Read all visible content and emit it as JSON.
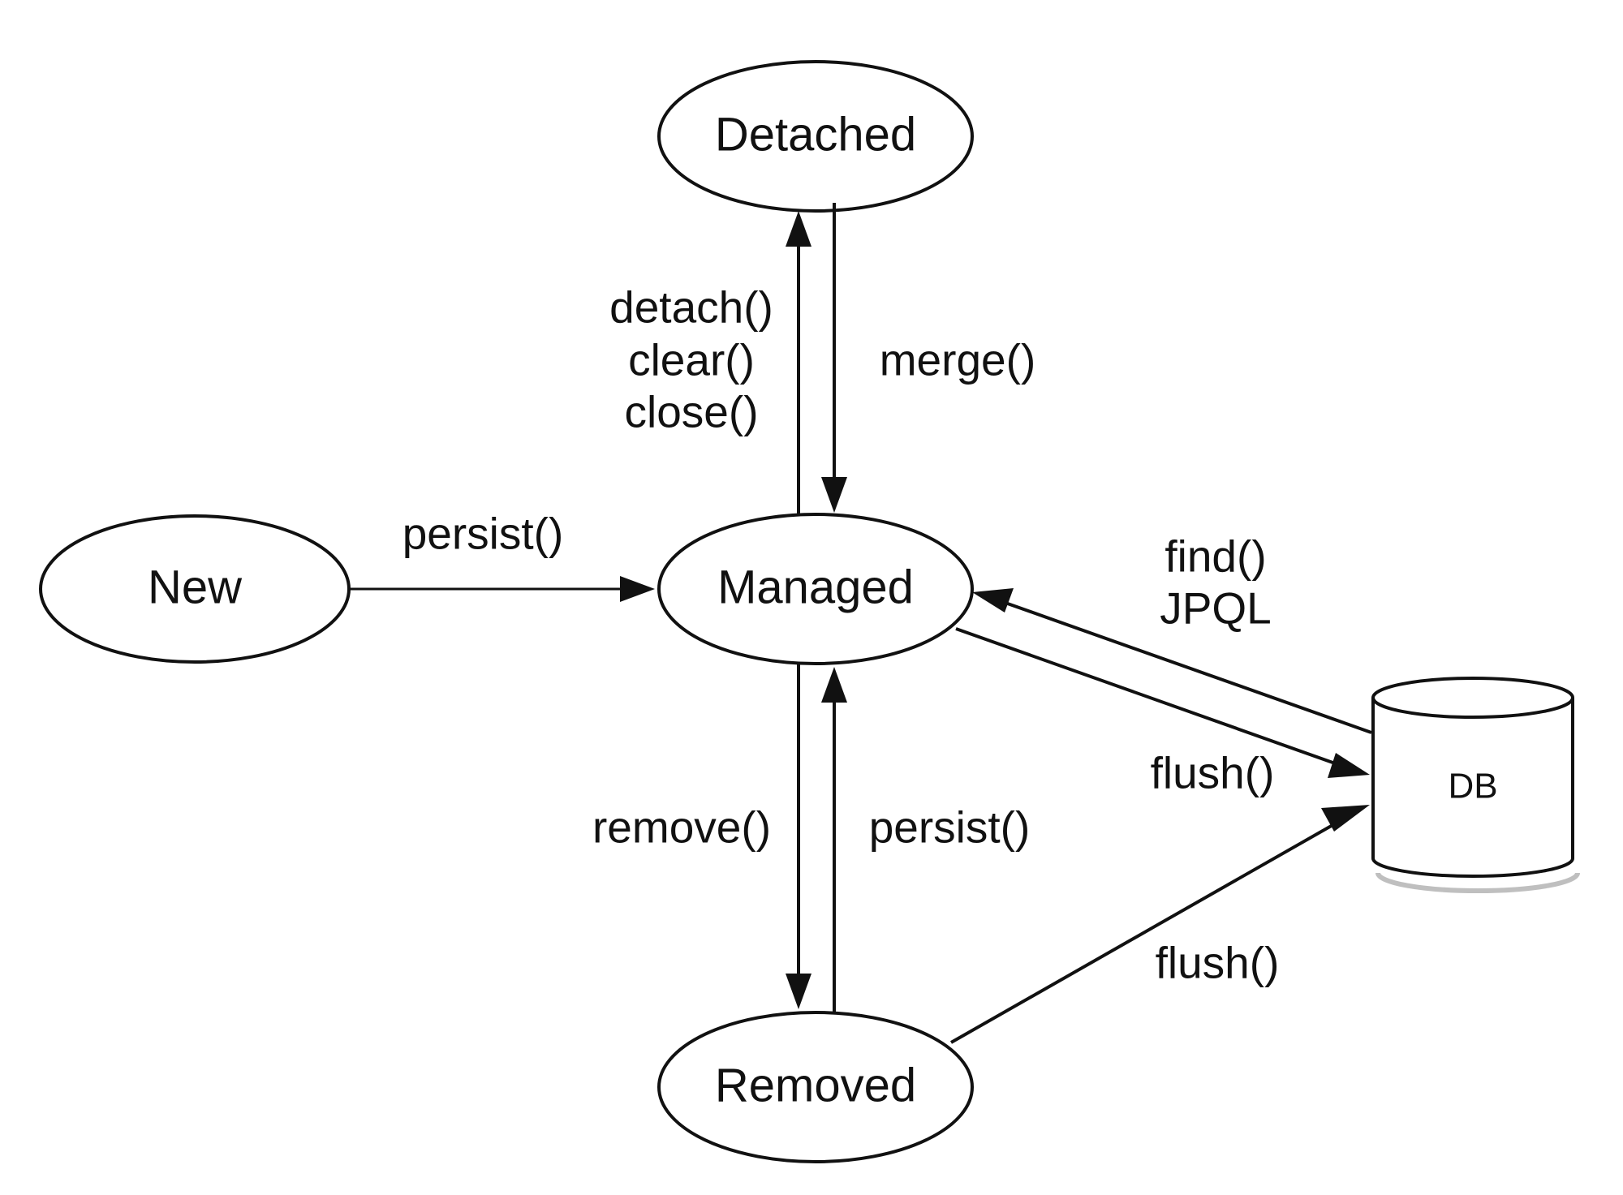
{
  "nodes": {
    "detached": "Detached",
    "new": "New",
    "managed": "Managed",
    "removed": "Removed",
    "db": "DB"
  },
  "edges": {
    "new_to_managed": "persist()",
    "managed_to_detached": [
      "detach()",
      "clear()",
      "close()"
    ],
    "detached_to_managed": "merge()",
    "managed_to_removed": "remove()",
    "removed_to_managed": "persist()",
    "db_to_managed": [
      "find()",
      "JPQL"
    ],
    "managed_to_db": "flush()",
    "removed_to_db": "flush()"
  },
  "colors": {
    "stroke": "#111111",
    "background": "#ffffff"
  }
}
